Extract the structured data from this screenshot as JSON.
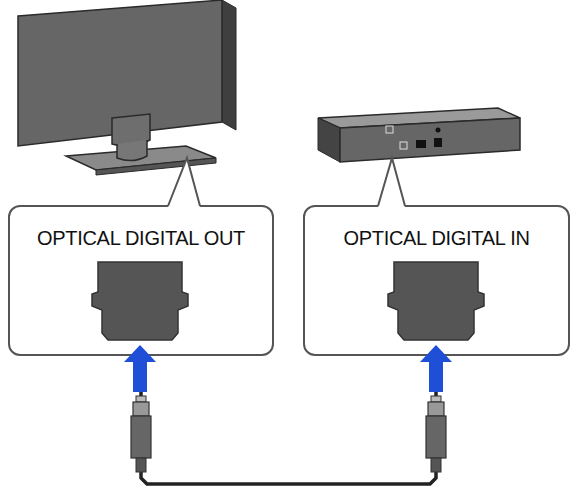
{
  "diagram": {
    "nodes": [
      {
        "text": [
          "OPTICAL DIGITAL OUT"
        ]
      },
      {
        "text": [
          "OPTICAL DIGITAL IN"
        ]
      }
    ],
    "edges": [
      {
        "from": 0,
        "to": 1,
        "arrow": "none"
      }
    ]
  }
}
